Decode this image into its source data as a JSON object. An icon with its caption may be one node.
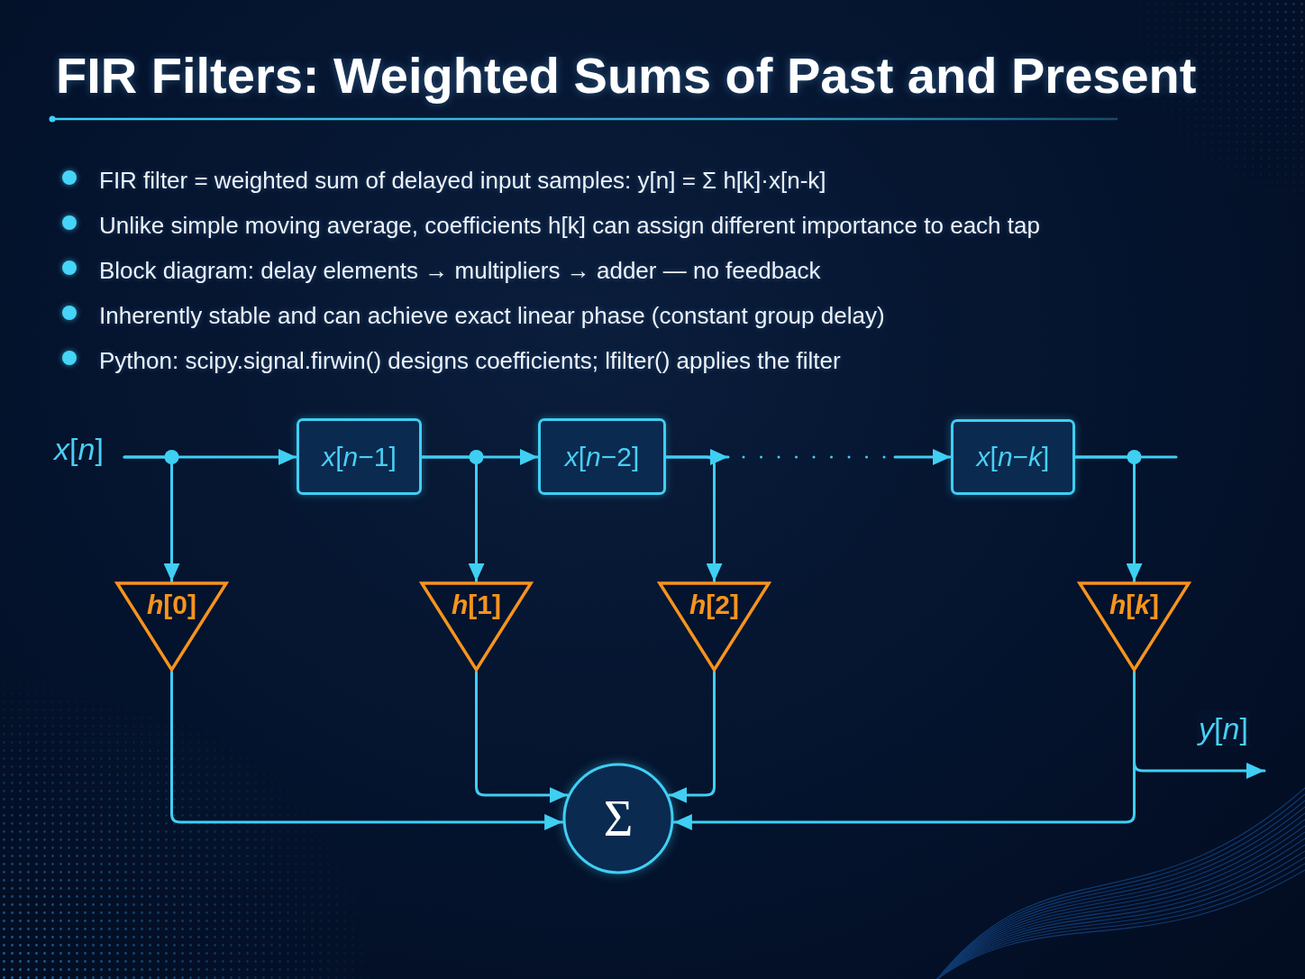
{
  "diagram": {
    "title": "FIR Filters: Weighted Sums of Past and Present",
    "nodes": [
      {
        "text": [
          "*x*[*n*]"
        ]
      },
      {
        "text": [
          "*x*[*n*−1]"
        ]
      },
      {
        "text": [
          "*x*[*n*−2]"
        ]
      },
      {
        "text": [
          "*x*[*n*−*k*]"
        ]
      },
      {
        "text": [
          "*h*[0]"
        ]
      },
      {
        "text": [
          "*h*[1]"
        ]
      },
      {
        "text": [
          "*h*[2]"
        ]
      },
      {
        "text": [
          "*h*[*k*]"
        ]
      },
      {
        "text": [
          "Σ"
        ]
      }
    ],
    "edges": [
      {
        "from": 0,
        "to": 1,
        "arrow": "to"
      },
      {
        "from": 0,
        "to": 4,
        "arrow": "to"
      },
      {
        "from": 1,
        "to": 2,
        "arrow": "to"
      },
      {
        "from": 1,
        "to": 5,
        "arrow": "to"
      },
      {
        "from": 2,
        "to": 3,
        "arrow": "to",
        "style": "dashed"
      },
      {
        "from": 2,
        "to": 6,
        "arrow": "to"
      },
      {
        "from": 3,
        "to": 7,
        "arrow": "to"
      },
      {
        "from": 3,
        "to": null,
        "arrow": "none"
      },
      {
        "from": 4,
        "to": 8,
        "arrow": "to"
      },
      {
        "from": 5,
        "to": 8,
        "arrow": "to"
      },
      {
        "from": 6,
        "to": 8,
        "arrow": "to"
      },
      {
        "from": 7,
        "to": 8,
        "arrow": "to"
      },
      {
        "from": 7,
        "to": null,
        "arrow": "to",
        "label": "*y*[*n*]"
      }
    ],
    "labels": [
      "FIR filter = weighted sum of delayed input samples: y[n] = Σ h[k]·x[n-k]",
      "Unlike simple moving average, coefficients h[k] can assign different importance to each tap",
      "Block diagram: delay elements → multipliers → adder — no feedback",
      "Inherently stable and can achieve exact linear phase (constant group delay)",
      "Python: scipy.signal.firwin() designs coefficients; lfilter() applies the filter"
    ]
  }
}
